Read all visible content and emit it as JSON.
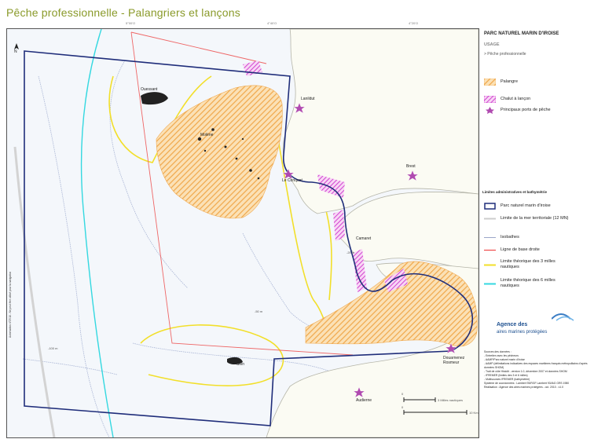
{
  "title": "Pêche professionnelle - Palangriers et lançons",
  "top_coords": [
    "5°00'O",
    "4°40'O",
    "4°20'O"
  ],
  "legend": {
    "header": "PARC NATUREL MARIN D'IROISE",
    "subheader": "USAGE",
    "subsubheader": "> Pêche professionnelle",
    "items": [
      {
        "label": "Palangre",
        "color": "#f0a74a"
      },
      {
        "label": "Chalut à lançon",
        "color": "#cc33cc"
      },
      {
        "label": "Principaux ports de pêche",
        "color": "#b04ab0"
      }
    ],
    "admin_title": "Limites administratives et bathymétrie",
    "admin_items": [
      {
        "label": "Parc naturel marin d'iroise",
        "color": "#1f2d7a"
      },
      {
        "label": "Limite de la mer territoriale (12 MN)",
        "color": "#cccccc"
      },
      {
        "label": "Isobathes",
        "color": "#9aa6c8"
      },
      {
        "label": "Ligne de base droite",
        "color": "#ee3333"
      },
      {
        "label": "Limite théorique des 3 milles nautiques",
        "color": "#f2df2a"
      },
      {
        "label": "Limite théorique des 6 milles nautiques",
        "color": "#34d8e0"
      }
    ]
  },
  "agency": {
    "line1": "Agence des",
    "line2": "aires marines protégées"
  },
  "places": {
    "ouessant": "Ouessant",
    "molene": "Molène",
    "lanildut": "Lanildut",
    "le_conquet": "Le Conquet",
    "brest": "Brest",
    "camaret": "Camaret",
    "douarnenez": "Douarnenez",
    "rosmeur": "Rosmeur",
    "sein": "Sein",
    "audierne": "Audierne"
  },
  "isobaths": {
    "m20": "-20 m",
    "m50": "-50 m",
    "m100": "-100 m"
  },
  "scale": {
    "nm": "3 Milles nautiques",
    "km": "10 Km",
    "zero_nm": "0",
    "zero_km": "0"
  },
  "north": "N",
  "sources": [
    "Sources des données :",
    "- Entretien avec les pêcheurs",
    "- AAMP/Parc naturel marin d'Iroise",
    "- AAMP (délimitations indicatives des espaces maritimes français métropolitains d'après données SHOM)",
    "- Trait de côte Histolit - version 1.0, décembre 2007 et données SHOM",
    "- IFREMER (limites des 3 et 6 milles)",
    "- Multisources IFREMER (bathymétrie)",
    "Système de coordonnées : Lambert 93/RGF Lambert 93/IAG GRS 1980",
    "Réalisation : Agence des aires marines protégées - oct. 2010 - v1.0"
  ],
  "credit_vertical": "Autorisation n°07/10 - Ne peut être utilisé pour la navigation"
}
